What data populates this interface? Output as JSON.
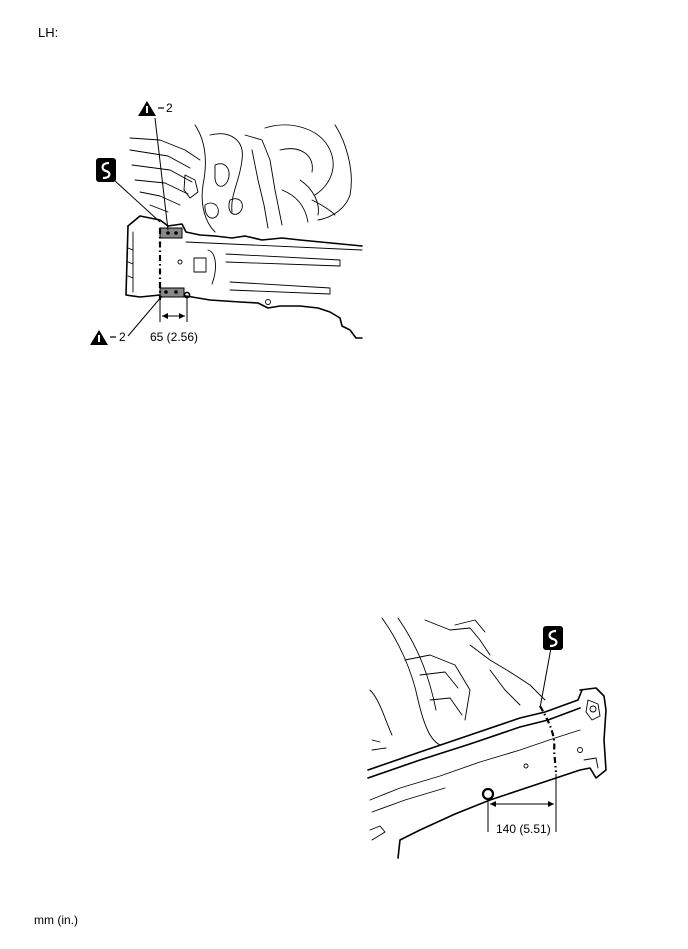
{
  "page": {
    "title": "LH:",
    "units_note": "mm (in.)"
  },
  "figure_top": {
    "caution_count_upper": "2",
    "caution_count_lower": "2",
    "dimension": "65 (2.56)",
    "icons": [
      "caution-icon",
      "sectioning-icon"
    ]
  },
  "figure_bottom": {
    "dimension": "140 (5.51)",
    "icons": [
      "sectioning-icon"
    ]
  }
}
